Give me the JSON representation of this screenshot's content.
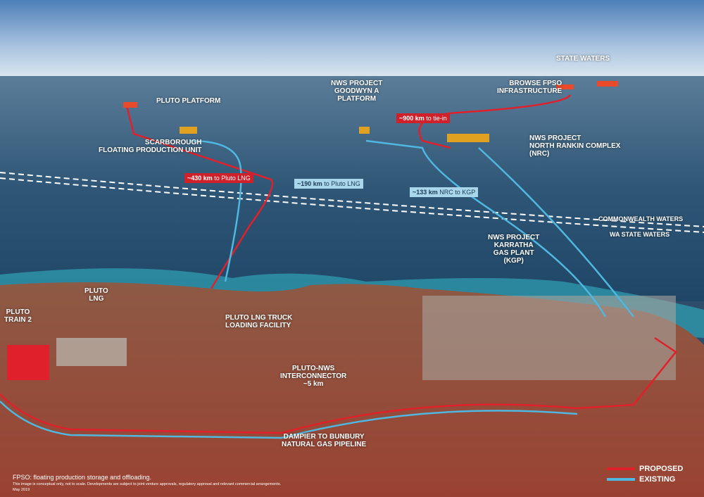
{
  "labels": {
    "state_waters": "STATE WATERS",
    "browse": [
      "BROWSE FPSO",
      "INFRASTRUCTURE"
    ],
    "goodwyn": [
      "NWS PROJECT",
      "GOODWYN A",
      "PLATFORM"
    ],
    "pluto_platform": "PLUTO PLATFORM",
    "scarborough": [
      "SCARBOROUGH",
      "FLOATING PRODUCTION UNIT"
    ],
    "nrc": [
      "NWS PROJECT",
      "NORTH RANKIN COMPLEX",
      "(NRC)"
    ],
    "commonwealth": "COMMONWEALTH WATERS",
    "wa_state": "WA STATE WATERS",
    "kgp": [
      "NWS PROJECT",
      "KARRATHA",
      "GAS PLANT",
      "(KGP)"
    ],
    "pluto_lng": [
      "PLUTO",
      "LNG"
    ],
    "pluto_train2": [
      "PLUTO",
      "TRAIN 2"
    ],
    "truck": [
      "PLUTO LNG TRUCK",
      "LOADING FACILITY"
    ],
    "interconnector": [
      "PLUTO-NWS",
      "INTERCONNECTOR",
      "~5 km"
    ],
    "dampier": [
      "DAMPIER TO BUNBURY",
      "NATURAL GAS PIPELINE"
    ]
  },
  "tags": {
    "t900": {
      "km": "~900 km",
      "rest": " to tie-in"
    },
    "t430": {
      "km": "~430 km",
      "rest": " to Pluto LNG"
    },
    "t190": {
      "km": "~190 km",
      "rest": " to Pluto LNG"
    },
    "t133": {
      "km": "~133 km",
      "rest": " NRC to KGP"
    }
  },
  "legend": {
    "proposed": "PROPOSED",
    "existing": "EXISTING",
    "colors": {
      "proposed": "#e0202a",
      "existing": "#4fb8e0"
    }
  },
  "notes": {
    "fpso": "FPSO: floating production storage and offloading.",
    "disclaimer": "This image is conceptual only, not to scale. Developments are subject to joint venture approvals, regulatory approval and relevant commercial arrangements.",
    "date": "May 2019"
  }
}
